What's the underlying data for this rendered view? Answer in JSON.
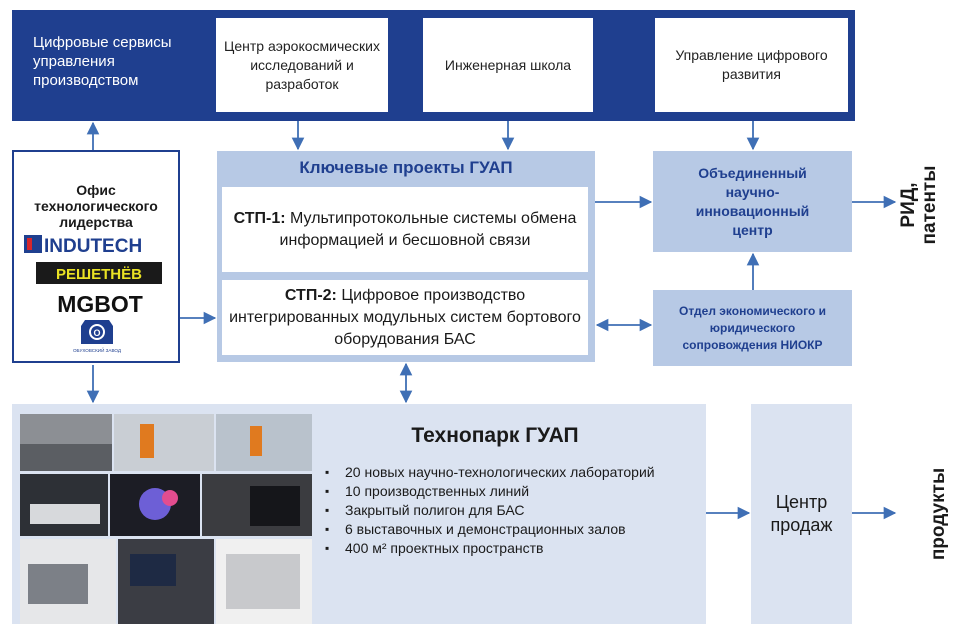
{
  "top_band": {
    "left_text": "Цифровые сервисы управления производством",
    "boxes": [
      {
        "label": "Центр аэрокосмических исследований и разработок"
      },
      {
        "label": "Инженерная школа"
      },
      {
        "label": "Управление цифрового развития"
      }
    ]
  },
  "office": {
    "title": "Офис технологического лидерства",
    "logos": [
      "INDUTECH",
      "РЕШЕТНЁВ",
      "MGBOT",
      "ОБУХОВСКИЙ ЗАВОД"
    ]
  },
  "key_projects": {
    "title": "Ключевые проекты ГУАП",
    "items": [
      {
        "code": "СТП-1:",
        "text": "Мультипротокольные системы обмена информацией и бесшовной связи"
      },
      {
        "code": "СТП-2:",
        "text": "Цифровое производство интегрированных модульных систем бортового оборудования БАС"
      }
    ]
  },
  "research_center": "Объединенный научно-инновационный центр",
  "legal_dept": "Отдел экономического и юридического сопровождения НИОКР",
  "output_top": {
    "line1": "РИД,",
    "line2": "патенты"
  },
  "technopark": {
    "title": "Технопарк ГУАП",
    "bullets": [
      "20 новых научно-технологических лабораторий",
      "10 производственных линий",
      "Закрытый полигон для БАС",
      "6 выставочных и демонстрационных залов",
      "400 м² проектных пространств"
    ]
  },
  "sales_center": "Центр продаж",
  "output_bottom": "продукты",
  "colors": {
    "navy": "#1f3f8f",
    "light_blue": "#b7c9e5",
    "pale_blue": "#dbe3f1",
    "arrow": "#3f6fb5"
  }
}
